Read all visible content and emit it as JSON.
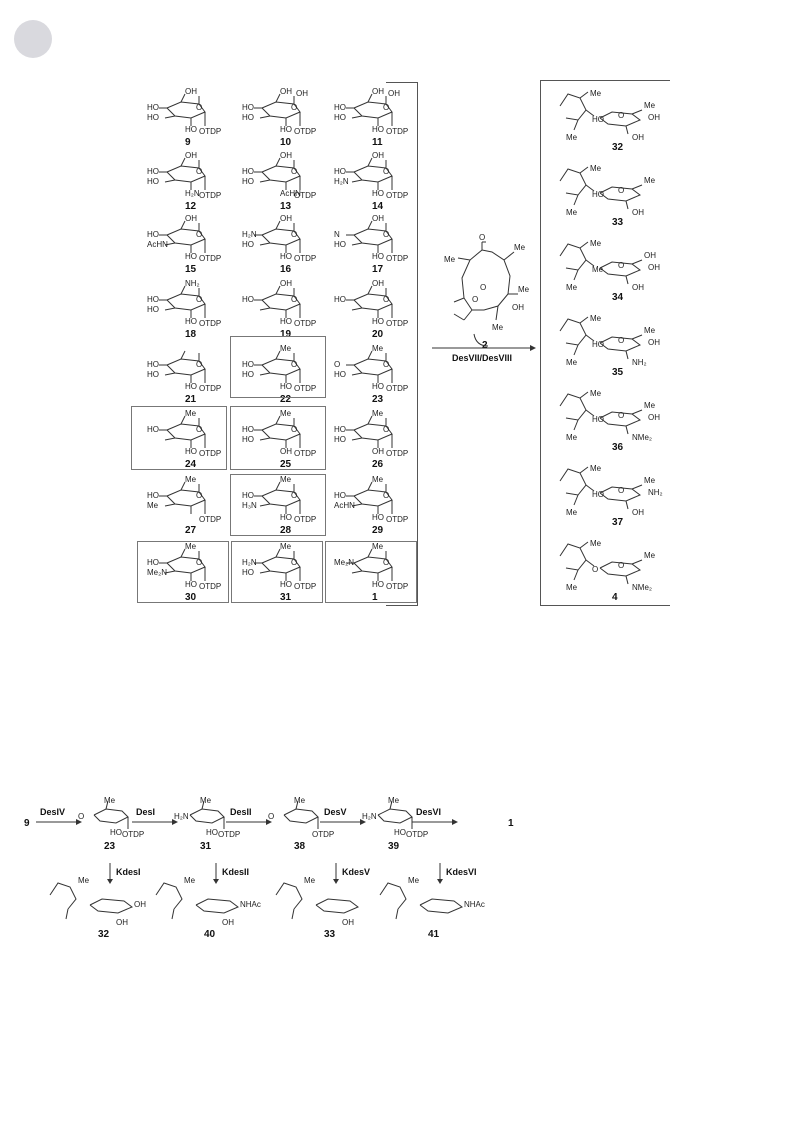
{
  "sugars": [
    {
      "id": "9",
      "l1": "OH",
      "l2": "HO",
      "l3": "HO",
      "l4": "HO",
      "l5": "OTDP",
      "m": ""
    },
    {
      "id": "10",
      "l1": "OH",
      "l2": "HO",
      "l3": "HO",
      "l4": "HO",
      "l5": "OTDP",
      "m": "OH"
    },
    {
      "id": "11",
      "l1": "OH",
      "l2": "HO",
      "l3": "HO",
      "l4": "HO",
      "l5": "OTDP",
      "m": "OH"
    },
    {
      "id": "12",
      "l1": "OH",
      "l2": "HO",
      "l3": "HO",
      "l4": "H₂N",
      "l5": "OTDP",
      "m": ""
    },
    {
      "id": "13",
      "l1": "OH",
      "l2": "HO",
      "l3": "HO",
      "l4": "AcHN",
      "l5": "OTDP",
      "m": ""
    },
    {
      "id": "14",
      "l1": "OH",
      "l2": "HO",
      "l3": "H₂N",
      "l4": "HO",
      "l5": "OTDP",
      "m": ""
    },
    {
      "id": "15",
      "l1": "OH",
      "l2": "HO",
      "l3": "AcHN",
      "l4": "HO",
      "l5": "OTDP",
      "m": ""
    },
    {
      "id": "16",
      "l1": "OH",
      "l2": "H₂N",
      "l3": "HO",
      "l4": "HO",
      "l5": "OTDP",
      "m": ""
    },
    {
      "id": "17",
      "l1": "OH",
      "l2": "N",
      "l3": "HO",
      "l4": "HO",
      "l5": "OTDP",
      "m": ""
    },
    {
      "id": "18",
      "l1": "NH₂",
      "l2": "HO",
      "l3": "HO",
      "l4": "HO",
      "l5": "OTDP",
      "m": ""
    },
    {
      "id": "19",
      "l1": "OH",
      "l2": "HO",
      "l3": "",
      "l4": "HO",
      "l5": "OTDP",
      "m": ""
    },
    {
      "id": "20",
      "l1": "OH",
      "l2": "HO",
      "l3": "",
      "l4": "HO",
      "l5": "OTDP",
      "m": ""
    },
    {
      "id": "21",
      "l1": "",
      "l2": "HO",
      "l3": "HO",
      "l4": "HO",
      "l5": "OTDP",
      "m": ""
    },
    {
      "id": "22",
      "l1": "Me",
      "l2": "HO",
      "l3": "HO",
      "l4": "HO",
      "l5": "OTDP",
      "m": ""
    },
    {
      "id": "23",
      "l1": "Me",
      "l2": "O",
      "l3": "HO",
      "l4": "HO",
      "l5": "OTDP",
      "m": ""
    },
    {
      "id": "24",
      "l1": "Me",
      "l2": "HO",
      "l3": "",
      "l4": "HO",
      "l5": "OTDP",
      "m": ""
    },
    {
      "id": "25",
      "l1": "Me",
      "l2": "HO",
      "l3": "HO",
      "l4": "OH",
      "l5": "OTDP",
      "m": ""
    },
    {
      "id": "26",
      "l1": "Me",
      "l2": "HO",
      "l3": "HO",
      "l4": "OH",
      "l5": "OTDP",
      "m": ""
    },
    {
      "id": "27",
      "l1": "Me",
      "l2": "HO",
      "l3": "Me",
      "l4": "",
      "l5": "OTDP",
      "m": ""
    },
    {
      "id": "28",
      "l1": "Me",
      "l2": "HO",
      "l3": "H₃N",
      "l4": "HO",
      "l5": "OTDP",
      "m": ""
    },
    {
      "id": "29",
      "l1": "Me",
      "l2": "HO",
      "l3": "AcHN",
      "l4": "HO",
      "l5": "OTDP",
      "m": ""
    },
    {
      "id": "30",
      "l1": "Me",
      "l2": "HO",
      "l3": "Me₂N",
      "l4": "HO",
      "l5": "OTDP",
      "m": ""
    },
    {
      "id": "31",
      "l1": "Me",
      "l2": "H₂N",
      "l3": "HO",
      "l4": "HO",
      "l5": "OTDP",
      "m": ""
    },
    {
      "id": "1",
      "l1": "Me",
      "l2": "Me₂N",
      "l3": "",
      "l4": "HO",
      "l5": "OTDP",
      "m": ""
    }
  ],
  "macrolactone": {
    "id": "2",
    "labels": [
      "O",
      "Me",
      "Me",
      "O",
      "O",
      "Me",
      "OH",
      "Me"
    ]
  },
  "enzyme_label": "DesVII/DesVIII",
  "products": [
    {
      "id": "32",
      "a": "Me",
      "b": "OH",
      "c": "OH",
      "d": "HO",
      "e": "Me",
      "f": "Me"
    },
    {
      "id": "33",
      "a": "Me",
      "b": "",
      "c": "OH",
      "d": "HO",
      "e": "Me",
      "f": "Me"
    },
    {
      "id": "34",
      "a": "OH",
      "b": "OH",
      "c": "OH",
      "d": "Me",
      "e": "Me",
      "f": "Me"
    },
    {
      "id": "35",
      "a": "Me",
      "b": "OH",
      "c": "NH₂",
      "d": "HO",
      "e": "Me",
      "f": "Me"
    },
    {
      "id": "36",
      "a": "Me",
      "b": "OH",
      "c": "NMe₂",
      "d": "HO",
      "e": "Me",
      "f": "Me"
    },
    {
      "id": "37",
      "a": "Me",
      "b": "NH₂",
      "c": "OH",
      "d": "HO",
      "e": "Me",
      "f": "Me"
    },
    {
      "id": "4",
      "a": "Me",
      "b": "",
      "c": "NMe₂",
      "d": "O",
      "e": "Me",
      "f": "Me"
    }
  ],
  "pathway": {
    "start": "9",
    "end": "1",
    "steps": [
      {
        "enzyme": "DesIV",
        "product": "23",
        "l1": "Me",
        "l2": "O",
        "l3": "HO",
        "l4": "HO",
        "l5": "OTDP"
      },
      {
        "enzyme": "DesI",
        "product": "31",
        "l1": "Me",
        "l2": "H₂N",
        "l3": "HO",
        "l4": "HO",
        "l5": "OTDP"
      },
      {
        "enzyme": "DesII",
        "product": "38",
        "l1": "Me",
        "l2": "O",
        "l3": "",
        "l4": "",
        "l5": "OTDP"
      },
      {
        "enzyme": "DesV",
        "product": "39",
        "l1": "Me",
        "l2": "H₂N",
        "l3": "",
        "l4": "HO",
        "l5": "OTDP"
      },
      {
        "enzyme": "DesVI",
        "product": "",
        "l1": "",
        "l2": "",
        "l3": "",
        "l4": "",
        "l5": ""
      }
    ],
    "glycosyl": [
      {
        "enzyme": "KdesI",
        "product": "32",
        "sub": "OH",
        "sub2": "OH",
        "me": "Me"
      },
      {
        "enzyme": "KdesII",
        "product": "40",
        "sub": "NHAc",
        "sub2": "OH",
        "me": "Me"
      },
      {
        "enzyme": "KdesV",
        "product": "33",
        "sub": "",
        "sub2": "OH",
        "me": "Me"
      },
      {
        "enzyme": "KdesVI",
        "product": "41",
        "sub": "NHAc",
        "sub2": "",
        "me": "Me"
      }
    ]
  }
}
